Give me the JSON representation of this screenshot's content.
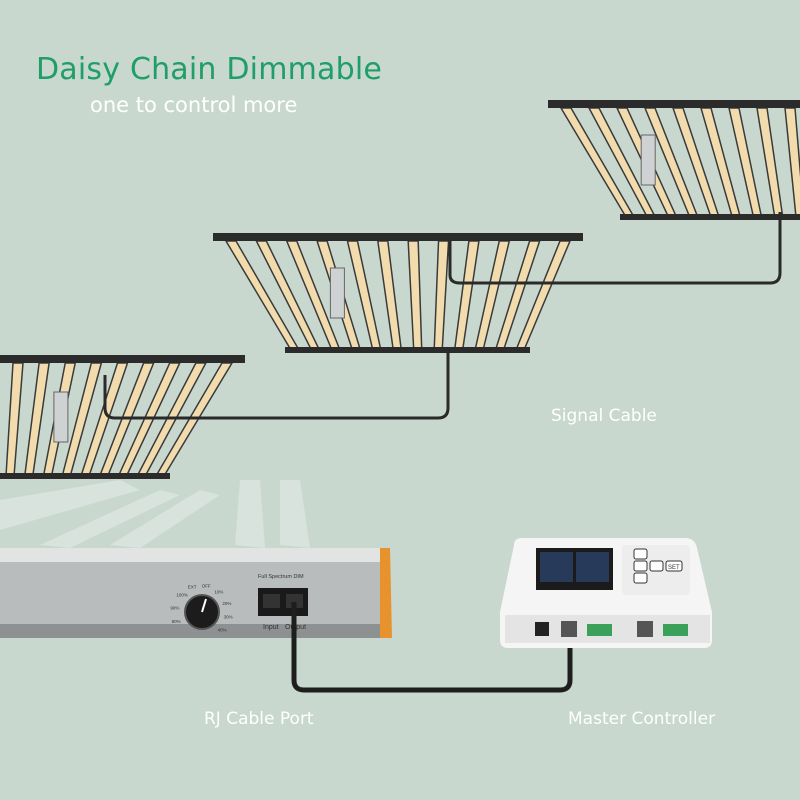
{
  "header": {
    "title": "Daisy Chain Dimmable",
    "subtitle": "one to control more"
  },
  "labels": {
    "signal_cable": "Signal Cable",
    "rj_cable_port": "RJ Cable Port",
    "master_controller": "Master Controller"
  },
  "driver_panel": {
    "panel_title": "Full Spectrum DIM",
    "dial_marks": [
      "80%",
      "90%",
      "100%",
      "EXT",
      "OFF",
      "10%",
      "20%",
      "30%",
      "40%"
    ],
    "port_input": "Input",
    "port_output": "Output"
  },
  "controller": {
    "set_button": "SET",
    "arrow_buttons": [
      "up",
      "left",
      "right",
      "down"
    ]
  },
  "colors": {
    "background": "#c8d8cf",
    "title": "#1f9e67",
    "led_bar": "#f2dcae",
    "frame": "#2b2b2b",
    "driver_accent": "#e8922e"
  }
}
